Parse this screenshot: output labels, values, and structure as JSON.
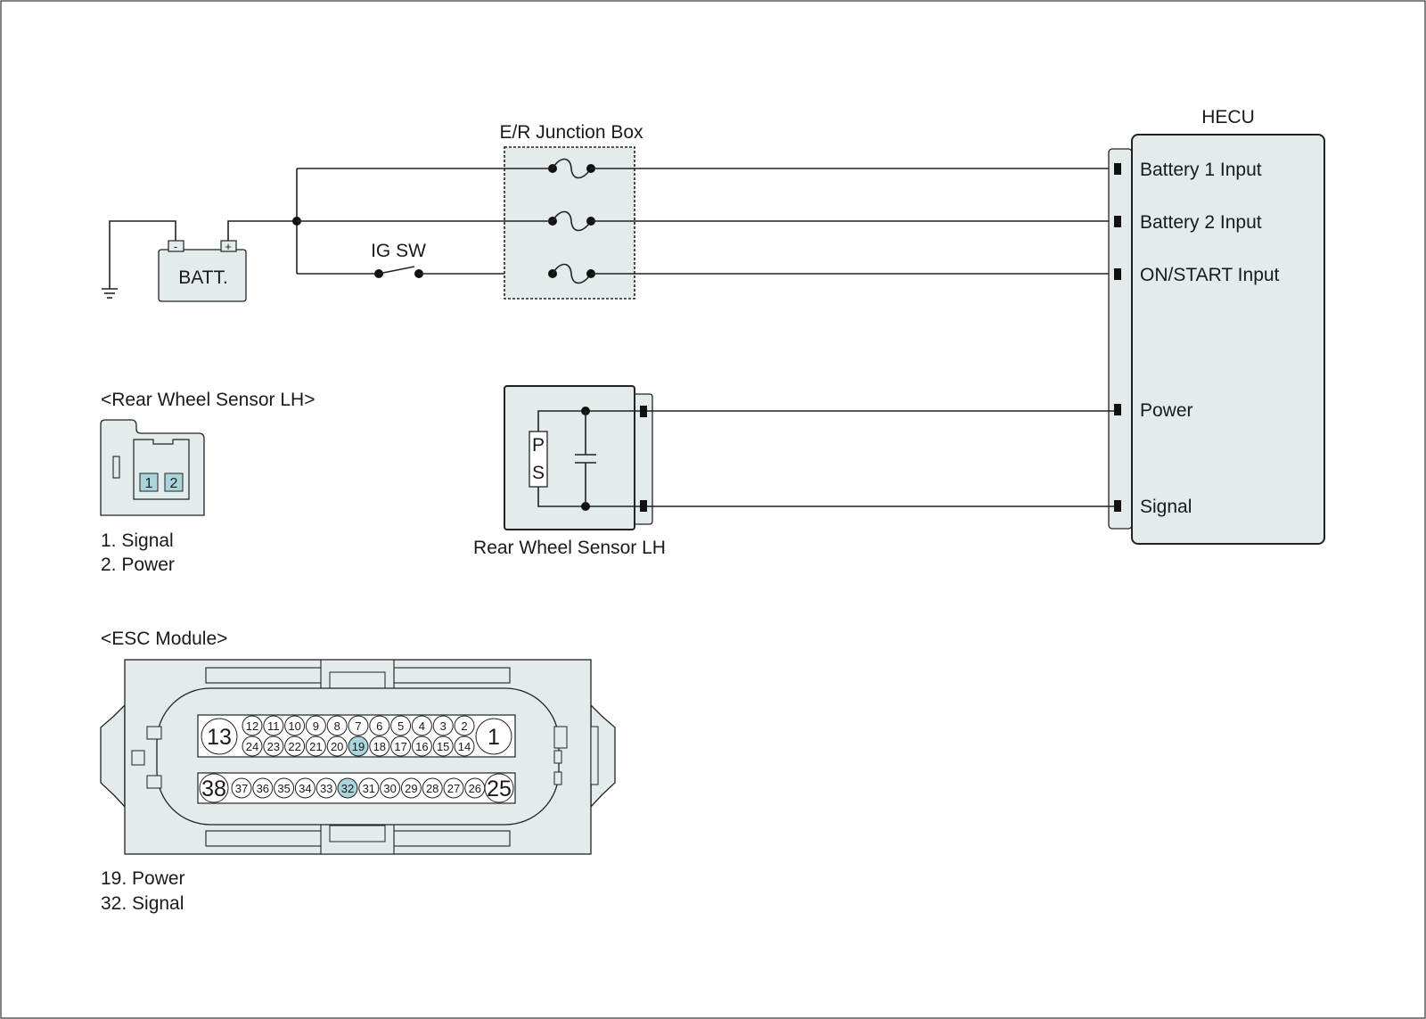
{
  "colors": {
    "component_fill": "#e3ebec",
    "highlight_pin": "#a9d4dc",
    "line": "#222222"
  },
  "labels": {
    "junction_box": "E/R Junction Box",
    "hecu": "HECU",
    "battery": "BATT.",
    "battery_neg": "-",
    "battery_pos": "+",
    "ig_switch": "IG SW",
    "sensor_title": "Rear Wheel Sensor LH",
    "sensor_p": "P",
    "sensor_s": "S"
  },
  "hecu_pins": [
    "Battery 1 Input",
    "Battery 2 Input",
    "ON/START Input",
    "Power",
    "Signal"
  ],
  "rear_wheel_connector": {
    "title": "<Rear Wheel Sensor LH>",
    "pin_numbers": [
      "1",
      "2"
    ],
    "legend": [
      "1. Signal",
      "2. Power"
    ]
  },
  "esc_module": {
    "title": "<ESC Module>",
    "big_pins": [
      "13",
      "1",
      "38",
      "25"
    ],
    "row1": [
      "12",
      "11",
      "10",
      "9",
      "8",
      "7",
      "6",
      "5",
      "4",
      "3",
      "2"
    ],
    "row2": [
      "24",
      "23",
      "22",
      "21",
      "20",
      "19",
      "18",
      "17",
      "16",
      "15",
      "14"
    ],
    "row3": [
      "37",
      "36",
      "35",
      "34",
      "33",
      "32",
      "31",
      "30",
      "29",
      "28",
      "27",
      "26"
    ],
    "highlighted": [
      "19",
      "32"
    ],
    "legend": [
      "19. Power",
      "32. Signal"
    ]
  }
}
